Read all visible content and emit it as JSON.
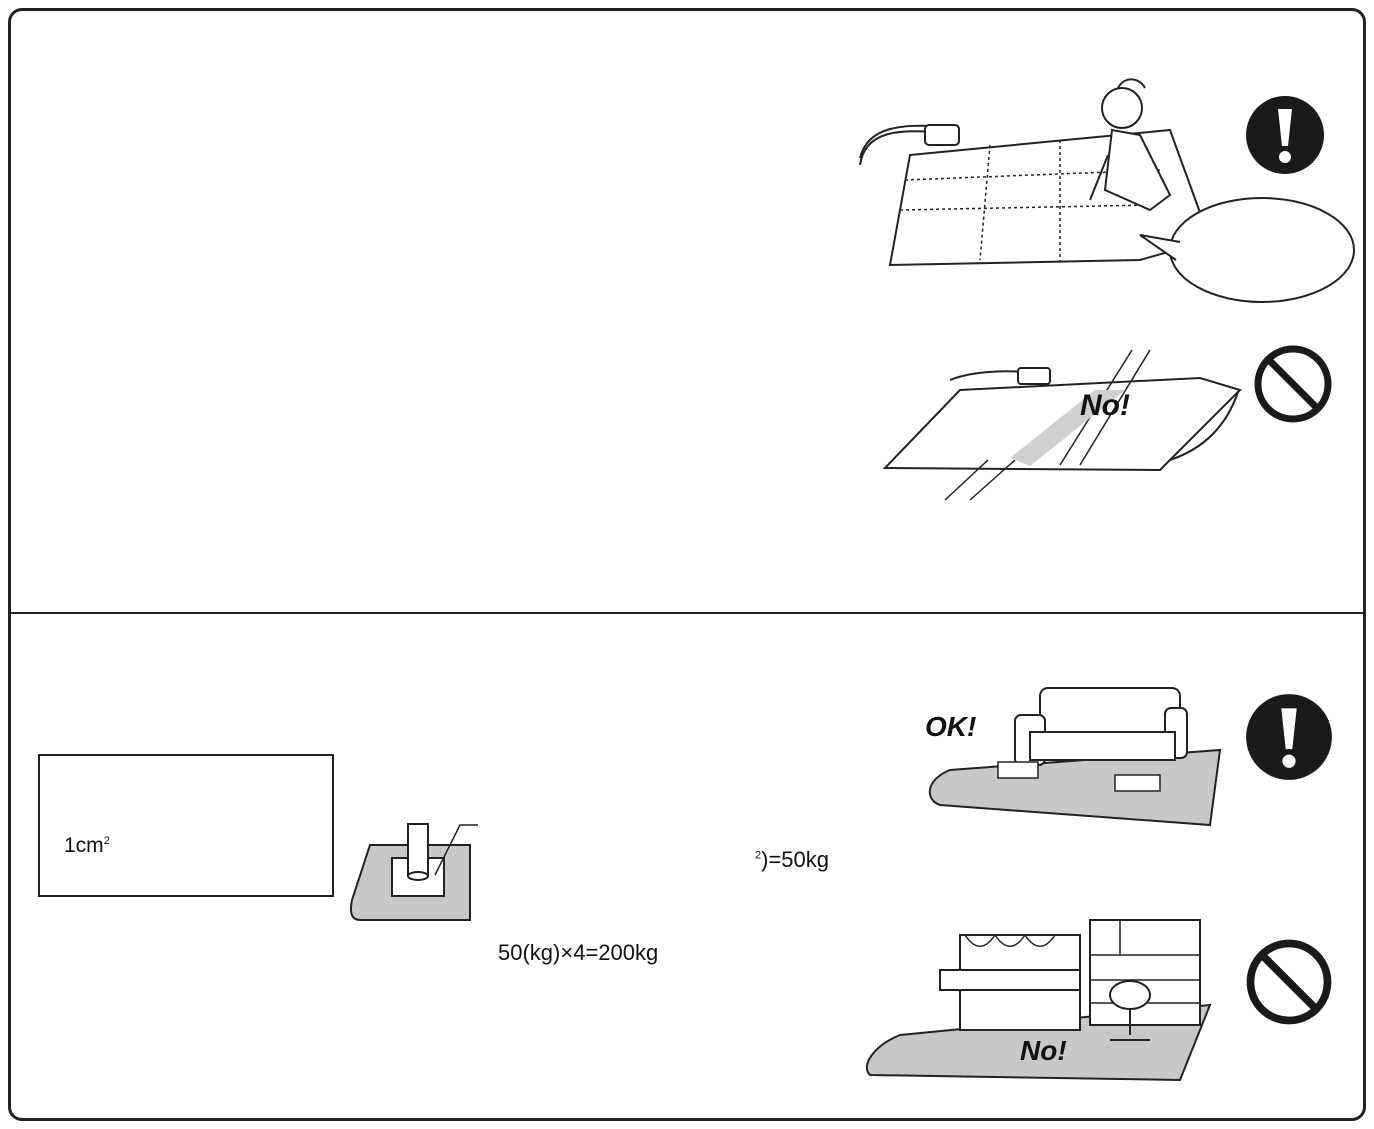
{
  "section_top": {
    "illustration_1": {
      "icon": "mandatory-exclamation-icon"
    },
    "illustration_2": {
      "text": "No!",
      "icon": "prohibited-icon"
    }
  },
  "section_bottom": {
    "box": {
      "unit": "1cm",
      "unit_sup": "2"
    },
    "pressure_formula": {
      "sup": "2",
      "text": ")=50kg"
    },
    "total_formula": "50(kg)×4=200kg",
    "illustration_3": {
      "text": "OK!",
      "icon": "mandatory-exclamation-icon"
    },
    "illustration_4": {
      "text": "No!",
      "icon": "prohibited-icon"
    }
  },
  "colors": {
    "line": "#222222",
    "fill_gray": "#c8c8c8",
    "icon_black": "#1a1a1a"
  }
}
